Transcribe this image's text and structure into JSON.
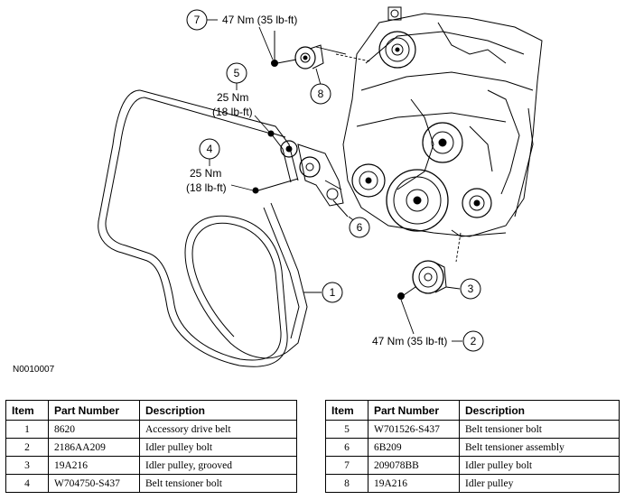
{
  "figure_id": "N0010007",
  "callouts": {
    "c1": {
      "num": "1"
    },
    "c2": {
      "num": "2",
      "torque": "47 Nm (35 lb-ft)"
    },
    "c3": {
      "num": "3"
    },
    "c4": {
      "num": "4",
      "torque_nm": "25 Nm",
      "torque_lbft": "(18 lb-ft)"
    },
    "c5": {
      "num": "5",
      "torque_nm": "25 Nm",
      "torque_lbft": "(18 lb-ft)"
    },
    "c6": {
      "num": "6"
    },
    "c7": {
      "num": "7",
      "torque": "47 Nm (35 lb-ft)"
    },
    "c8": {
      "num": "8"
    }
  },
  "tables": {
    "headers": [
      "Item",
      "Part Number",
      "Description"
    ],
    "left_rows": [
      {
        "item": "1",
        "part": "8620",
        "desc": "Accessory drive belt"
      },
      {
        "item": "2",
        "part": "2186AA209",
        "desc": "Idler pulley bolt"
      },
      {
        "item": "3",
        "part": "19A216",
        "desc": "Idler pulley, grooved"
      },
      {
        "item": "4",
        "part": "W704750-S437",
        "desc": "Belt tensioner bolt"
      }
    ],
    "right_rows": [
      {
        "item": "5",
        "part": "W701526-S437",
        "desc": "Belt tensioner bolt"
      },
      {
        "item": "6",
        "part": "6B209",
        "desc": "Belt tensioner assembly"
      },
      {
        "item": "7",
        "part": "209078BB",
        "desc": "Idler pulley bolt"
      },
      {
        "item": "8",
        "part": "19A216",
        "desc": "Idler pulley"
      }
    ]
  }
}
